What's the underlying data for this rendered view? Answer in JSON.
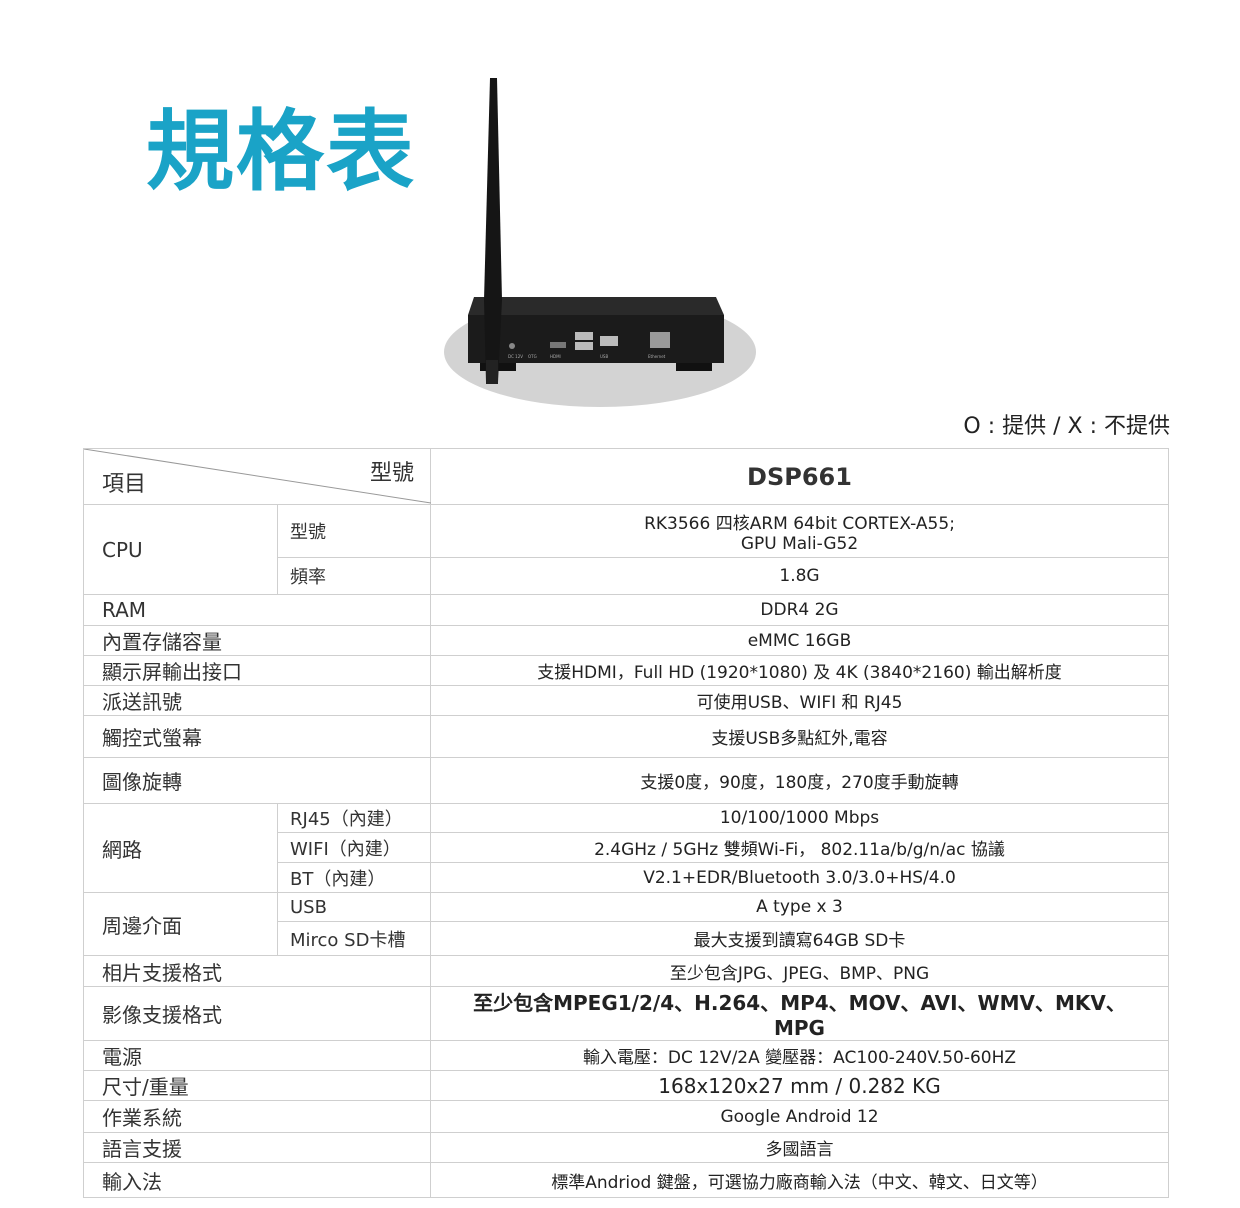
{
  "title": "規格表",
  "legend": "O : 提供  /  X : 不提供",
  "header": {
    "item_label": "項目",
    "model_label": "型號",
    "model_name": "DSP661"
  },
  "cpu": {
    "label": "CPU",
    "model_label": "型號",
    "model_value_1": "RK3566 四核ARM 64bit CORTEX-A55;",
    "model_value_2": "GPU Mali-G52",
    "freq_label": "頻率",
    "freq_value": "1.8G"
  },
  "rows_a": [
    {
      "label": "RAM",
      "value": "DDR4 2G"
    },
    {
      "label": "內置存儲容量",
      "value": "eMMC 16GB"
    },
    {
      "label": "顯示屏輸出接口",
      "value": "支援HDMI，Full HD (1920*1080) 及 4K (3840*2160) 輸出解析度"
    },
    {
      "label": "派送訊號",
      "value": "可使用USB、WIFI 和 RJ45"
    },
    {
      "label": "觸控式螢幕",
      "value": "支援USB多點紅外,電容"
    },
    {
      "label": "圖像旋轉",
      "value": "支援0度，90度，180度，270度手動旋轉"
    }
  ],
  "network": {
    "label": "網路",
    "rj45_label": "RJ45（內建）",
    "rj45_value": "10/100/1000 Mbps",
    "wifi_label": "WIFI（內建）",
    "wifi_value": "2.4GHz / 5GHz 雙頻Wi-Fi， 802.11a/b/g/n/ac 協議",
    "bt_label": "BT（內建）",
    "bt_value": "V2.1+EDR/Bluetooth 3.0/3.0+HS/4.0"
  },
  "peripheral": {
    "label": "周邊介面",
    "usb_label": "USB",
    "usb_value": "A type x 3",
    "sd_label": "Mirco SD卡槽",
    "sd_value": "最大支援到讀寫64GB SD卡"
  },
  "rows_b": [
    {
      "label": "相片支援格式",
      "value": "至少包含JPG、JPEG、BMP、PNG"
    },
    {
      "label": "影像支援格式",
      "value": "至少包含MPEG1/2/4、H.264、MP4、MOV、AVI、WMV、MKV、MPG"
    },
    {
      "label": "電源",
      "value": "輸入電壓：DC 12V/2A   變壓器：AC100-240V.50-60HZ"
    },
    {
      "label": "尺寸/重量",
      "value": "168x120x27 mm / 0.282 KG"
    },
    {
      "label": "作業系統",
      "value": "Google Android 12"
    },
    {
      "label": "語言支援",
      "value": "多國語言"
    },
    {
      "label": "輸入法",
      "value": "標準Andriod 鍵盤，可選協力廠商輸入法（中文、韓文、日文等）"
    }
  ],
  "device_labels": {
    "port_dc": "DC 12V",
    "port_otg": "OTG",
    "port_hdmi": "HDMI",
    "port_usb": "USB",
    "port_eth": "Ethernet"
  },
  "colors": {
    "title": "#1aa3c7",
    "device": "#1b1b1b",
    "shadow": "#d3d3d3",
    "border": "#cfcfcf"
  }
}
